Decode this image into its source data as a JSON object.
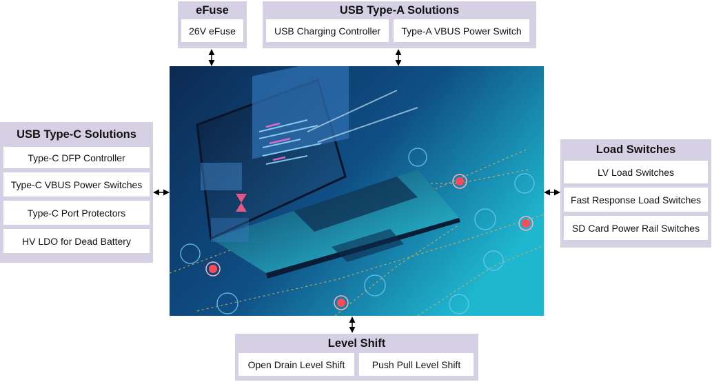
{
  "efuse": {
    "title": "eFuse",
    "items": [
      "26V eFuse"
    ]
  },
  "usb_a": {
    "title": "USB Type-A Solutions",
    "items": [
      "USB Charging Controller",
      "Type-A VBUS Power Switch"
    ]
  },
  "usb_c": {
    "title": "USB Type-C Solutions",
    "items": [
      "Type-C DFP Controller",
      "Type-C VBUS Power Switches",
      "Type-C Port Protectors",
      "HV LDO for Dead Battery"
    ]
  },
  "load": {
    "title": "Load Switches",
    "items": [
      "LV Load Switches",
      "Fast Response Load Switches",
      "SD Card Power Rail Switches"
    ]
  },
  "level": {
    "title": "Level Shift",
    "items": [
      "Open Drain Level Shift",
      "Push Pull Level Shift"
    ]
  },
  "colors": {
    "panel": "#d6d0e4",
    "box": "#ffffff",
    "arrow": "#000000",
    "photo_dark": "#0c2a52",
    "photo_light": "#1fb6cf"
  }
}
